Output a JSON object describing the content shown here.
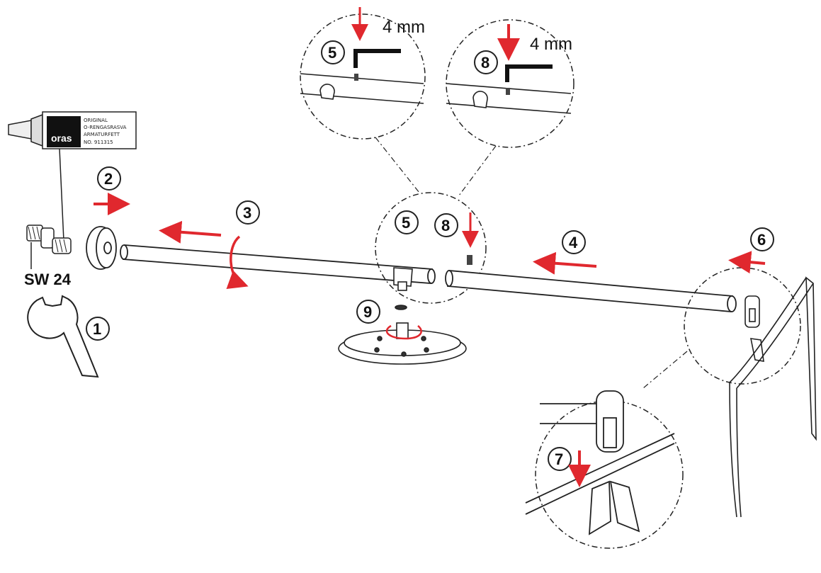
{
  "steps": {
    "s1": "1",
    "s2": "2",
    "s3": "3",
    "s4": "4",
    "s5": "5",
    "s6": "6",
    "s7": "7",
    "s8": "8",
    "s9": "9",
    "s5_detail": "5",
    "s8_detail": "8"
  },
  "labels": {
    "wrench_size": "SW 24",
    "hex_key_size_left": "4 mm",
    "hex_key_size_right": "4 mm"
  },
  "grease_tube": {
    "brand": "oras",
    "line1": "ORIGINAL",
    "line2": "O-RENGASRASVA",
    "line3": "ARMATURFETT",
    "line4": "NO. 911315"
  },
  "colors": {
    "arrow": "#e0282e",
    "line": "#222222"
  },
  "icons": [
    "wrench-icon",
    "grease-tube-icon",
    "hex-key-icon",
    "rotate-arrow-icon",
    "arrow-left-icon",
    "arrow-right-icon",
    "arrow-down-icon"
  ]
}
